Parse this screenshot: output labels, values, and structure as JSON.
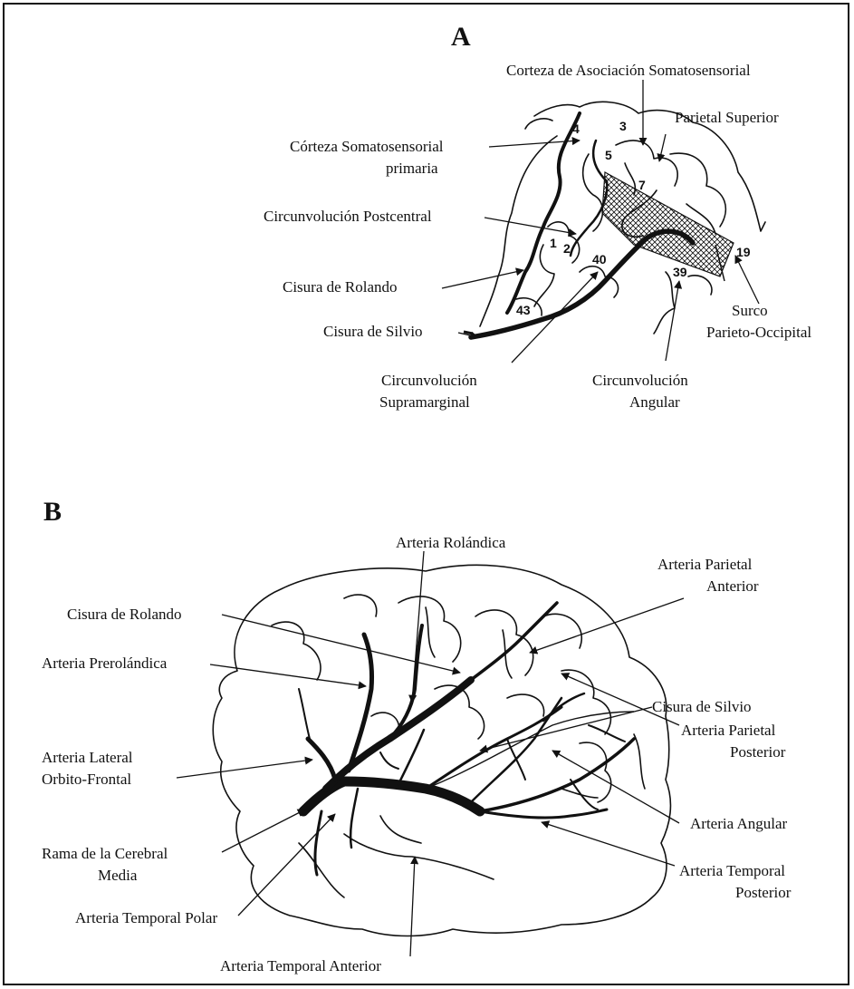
{
  "panels": {
    "a": "A",
    "b": "B"
  },
  "panel_a": {
    "labels": {
      "corteza_asociacion": "Corteza de Asociación Somatosensorial",
      "parietal_superior": "Parietal Superior",
      "corteza_somato_1": "Córteza Somatosensorial",
      "corteza_somato_2": "primaria",
      "circ_postcentral": "Circunvolución Postcentral",
      "cisura_rolando": "Cisura de Rolando",
      "cisura_silvio": "Cisura de Silvio",
      "circ_supramarginal_1": "Circunvolución",
      "circ_supramarginal_2": "Supramarginal",
      "circ_angular_1": "Circunvolución",
      "circ_angular_2": "Angular",
      "surco_1": "Surco",
      "surco_2": "Parieto-Occipital"
    },
    "area_numbers": {
      "n4": "4",
      "n3": "3",
      "n5": "5",
      "n7": "7",
      "n1": "1",
      "n2": "2",
      "n40": "40",
      "n43": "43",
      "n39": "39",
      "n19": "19"
    }
  },
  "panel_b": {
    "labels": {
      "arteria_rolandica": "Arteria Rolándica",
      "arteria_parietal_ant_1": "Arteria Parietal",
      "arteria_parietal_ant_2": "Anterior",
      "cisura_rolando": "Cisura de Rolando",
      "arteria_prerolandica": "Arteria Prerolándica",
      "cisura_silvio": "Cisura de Silvio",
      "arteria_parietal_post_1": "Arteria Parietal",
      "arteria_parietal_post_2": "Posterior",
      "arteria_lateral_1": "Arteria Lateral",
      "arteria_lateral_2": "Orbito-Frontal",
      "arteria_angular": "Arteria Angular",
      "rama_cerebral_1": "Rama de la Cerebral",
      "rama_cerebral_2": "Media",
      "arteria_temporal_post_1": "Arteria Temporal",
      "arteria_temporal_post_2": "Posterior",
      "arteria_temporal_polar": "Arteria Temporal Polar",
      "arteria_temporal_ant": "Arteria Temporal Anterior"
    }
  }
}
